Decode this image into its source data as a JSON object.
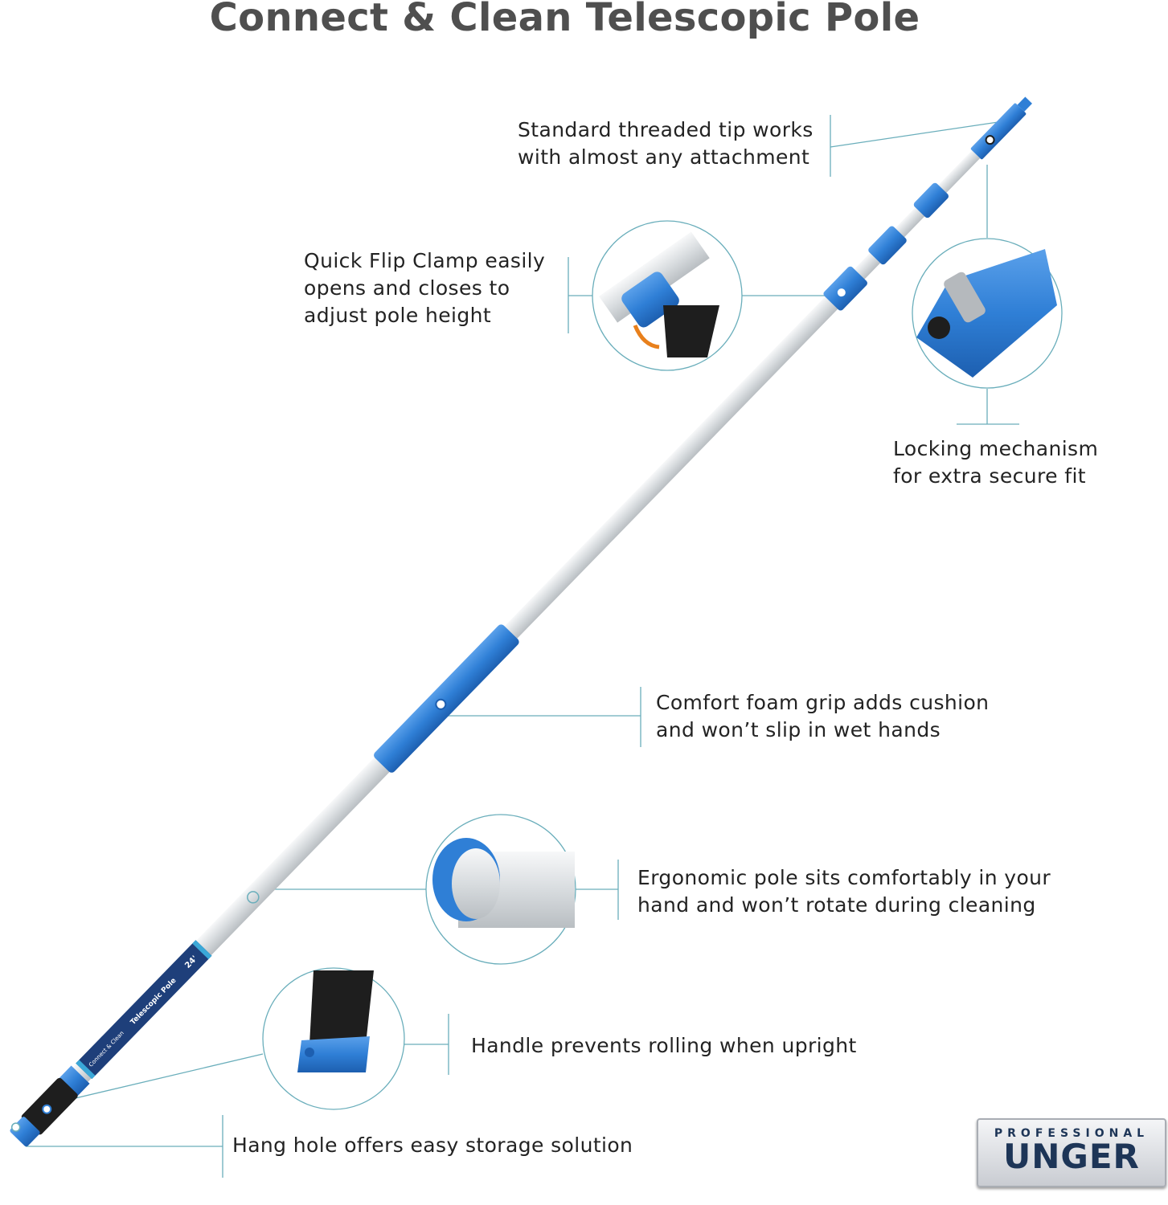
{
  "title": "Connect & Clean Telescopic Pole",
  "callouts": {
    "tip": [
      "Standard threaded tip works",
      "with almost any attachment"
    ],
    "clamp": [
      "Quick Flip Clamp easily",
      "opens and closes to",
      "adjust pole height"
    ],
    "lock": [
      "Locking mechanism",
      "for extra secure fit"
    ],
    "grip": [
      "Comfort foam grip adds cushion",
      "and won’t slip in wet hands"
    ],
    "ergonomic": [
      "Ergonomic pole sits comfortably in your",
      "hand and won’t rotate during cleaning"
    ],
    "handle": [
      "Handle prevents rolling when upright"
    ],
    "hang": [
      "Hang hole offers easy storage solution"
    ]
  },
  "pole_label": {
    "line1": "Connect & Clean",
    "line2": "Telescopic Pole",
    "size": "24'"
  },
  "logo": {
    "top": "PROFESSIONAL",
    "brand": "UNGER"
  },
  "colors": {
    "blue": "#2f7fd6",
    "line": "#5fa9b8",
    "pole": "#dfe3e6",
    "black": "#1e1e1e"
  }
}
